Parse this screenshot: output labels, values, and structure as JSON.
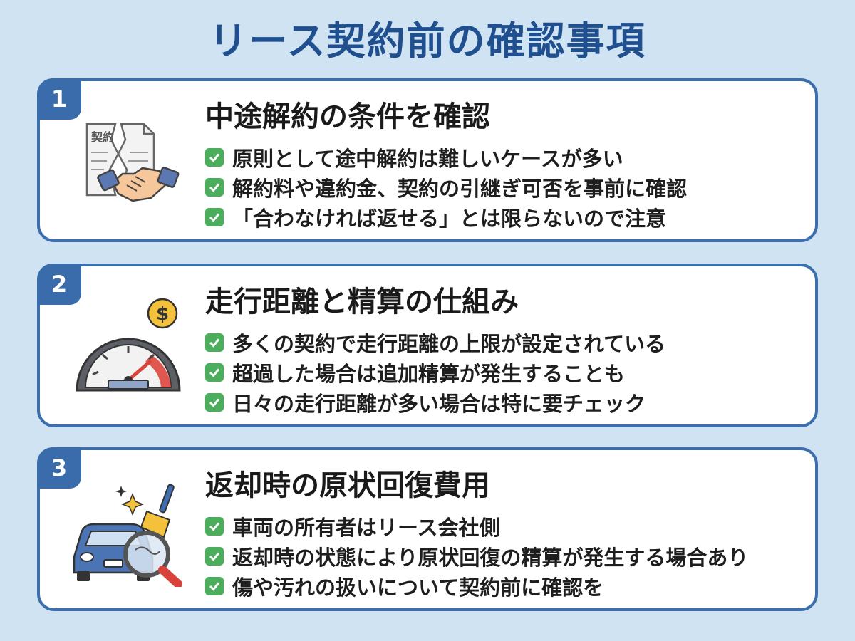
{
  "title": "リース契約前の確認事項",
  "colors": {
    "accent": "#3a6cab",
    "check": "#4cae5c",
    "background": "#cfe3f2",
    "title": "#1f4f8f"
  },
  "sections": [
    {
      "number": "1",
      "title": "中途解約の条件を確認",
      "icon": "contract-handshake-icon",
      "contract_text": "契約",
      "items": [
        "原則として途中解約は難しいケースが多い",
        "解約料や違約金、契約の引継ぎ可否を事前に確認",
        "「合わなければ返せる」とは限らないので注意"
      ]
    },
    {
      "number": "2",
      "title": "走行距離と精算の仕組み",
      "icon": "speedometer-dollar-icon",
      "coin_symbol": "$",
      "items": [
        "多くの契約で走行距離の上限が設定されている",
        "超過した場合は追加精算が発生することも",
        "日々の走行距離が多い場合は特に要チェック"
      ]
    },
    {
      "number": "3",
      "title": "返却時の原状回復費用",
      "icon": "car-inspection-icon",
      "items": [
        "車両の所有者はリース会社側",
        "返却時の状態により原状回復の精算が発生する場合あり",
        "傷や汚れの扱いについて契約前に確認を"
      ]
    }
  ]
}
